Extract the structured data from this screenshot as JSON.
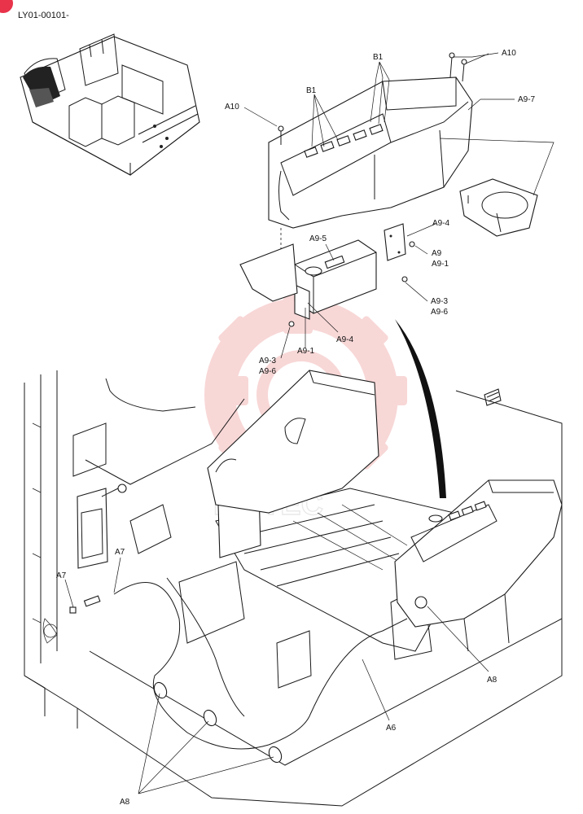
{
  "doc": {
    "code": "LY01-00101-"
  },
  "watermark": {
    "text": "MHTEC",
    "color": "#f4b8b8"
  },
  "callouts": {
    "a10_top": "A10",
    "a9_7": "A9-7",
    "b1_top": "B1",
    "a10_left": "A10",
    "b1_left": "B1",
    "a9_4_top": "A9-4",
    "a9_5": "A9-5",
    "a9": "A9",
    "a9_1_right": "A9-1",
    "a9_3_right": "A9-3",
    "a9_6_right": "A9-6",
    "a9_4_mid": "A9-4",
    "a9_1_mid": "A9-1",
    "a9_3_left": "A9-3",
    "a9_6_left": "A9-6",
    "a7_top": "A7",
    "a7_left": "A7",
    "a8_right": "A8",
    "a6": "A6",
    "a8_bottom": "A8"
  },
  "colors": {
    "line": "#1a1a1a",
    "corner_mark": "#e8334a"
  }
}
